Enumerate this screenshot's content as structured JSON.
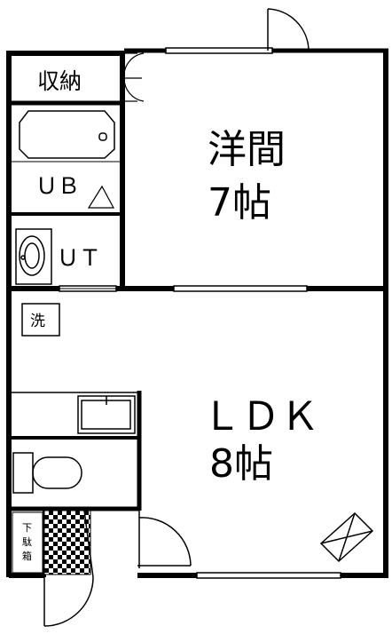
{
  "rooms": {
    "western": {
      "name": "洋間",
      "size": "7帖"
    },
    "ldk": {
      "name": "ＬＤＫ",
      "size": "8帖"
    },
    "storage": "収納",
    "unit_bath": "ＵＢ",
    "utility": "ＵＴ",
    "washer": "洗",
    "shoe_box": [
      "下",
      "駄",
      "箱"
    ]
  }
}
